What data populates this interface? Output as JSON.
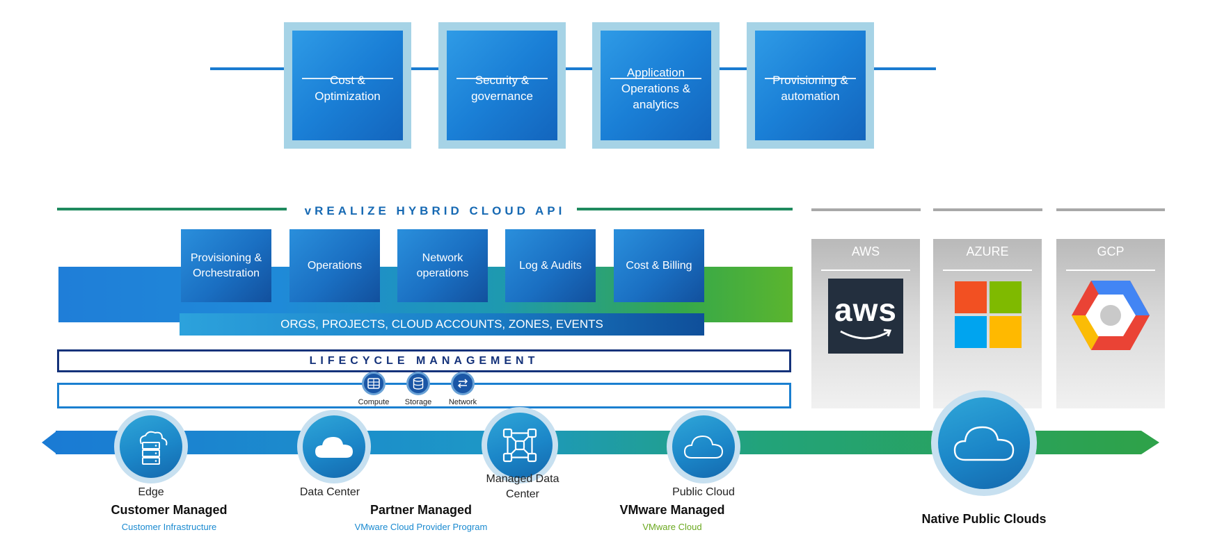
{
  "capabilities": [
    "Cost &\nOptimization",
    "Security &\ngovernance",
    "Application\nOperations &\nanalytics",
    "Provisioning &\nautomation"
  ],
  "api_title": "vREALIZE HYBRID CLOUD API",
  "services": [
    "Provisioning &\nOrchestration",
    "Operations",
    "Network\noperations",
    "Log & Audits",
    "Cost & Billing"
  ],
  "orgs_bar": "ORGS, PROJECTS, CLOUD ACCOUNTS, ZONES, EVENTS",
  "lifecycle": "LIFECYCLE MANAGEMENT",
  "infra": {
    "compute": "Compute",
    "storage": "Storage",
    "network": "Network"
  },
  "public_clouds": {
    "aws": "AWS",
    "azure": "AZURE",
    "gcp": "GCP",
    "aws_logo_text": "aws"
  },
  "nodes": {
    "edge": "Edge",
    "data_center": "Data Center",
    "managed_dc": "Managed Data\nCenter",
    "public_cloud": "Public Cloud"
  },
  "groups": {
    "customer": {
      "title": "Customer Managed",
      "sub": "Customer Infrastructure"
    },
    "partner": {
      "title": "Partner Managed",
      "sub": "VMware Cloud Provider Program"
    },
    "vmware": {
      "title": "VMware Managed",
      "sub": "VMware Cloud"
    },
    "native": {
      "title": "Native Public Clouds"
    }
  },
  "colors": {
    "primary_blue": "#1a7fd6",
    "dark_navy": "#14327a",
    "green": "#2ea24a",
    "sub_blue": "#1a8ad0",
    "sub_green": "#6aa81e"
  }
}
